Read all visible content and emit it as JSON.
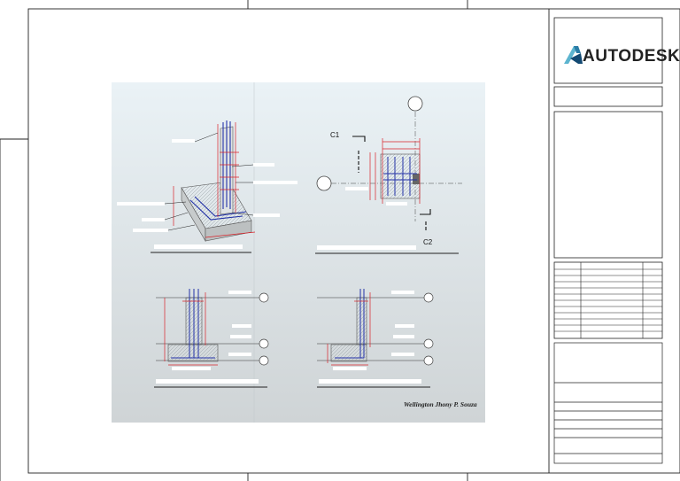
{
  "title_block": {
    "brand_name": "AUTODESK",
    "brand_colors": [
      "#5cb4cf",
      "#2a7ca6",
      "#134a73"
    ]
  },
  "sheet": {
    "viewport_background": [
      "#eaf2f6",
      "#cfd4d6"
    ],
    "annotation_color": "#d9232a",
    "rebar_color": "#2433a8",
    "section_labels": [
      "C1",
      "C2"
    ],
    "signature": "Wellington Jhony P. Souza"
  }
}
